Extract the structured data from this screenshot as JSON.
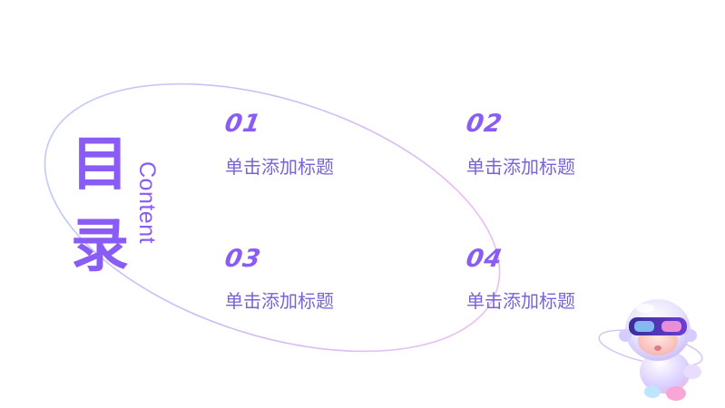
{
  "heading": {
    "char_1": "目",
    "char_2": "录",
    "vertical_text": "Content"
  },
  "items": [
    {
      "number": "01",
      "title": "单击添加标题"
    },
    {
      "number": "02",
      "title": "单击添加标题"
    },
    {
      "number": "03",
      "title": "单击添加标题"
    },
    {
      "number": "04",
      "title": "单击添加标题"
    }
  ],
  "colors": {
    "accent": "#8a5cf6",
    "item_text": "#7a63d6",
    "background": "#ffffff"
  },
  "icons": {
    "mascot": "astronaut-mascot-icon",
    "orbit": "orbit-ellipse"
  }
}
